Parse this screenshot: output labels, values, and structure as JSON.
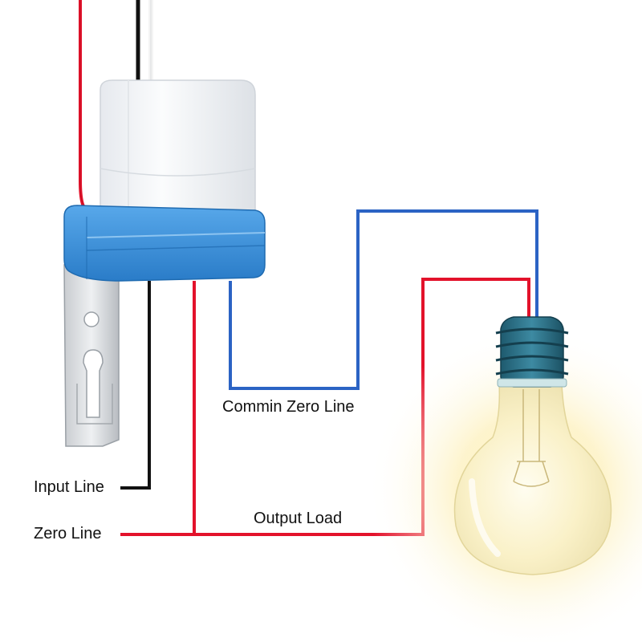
{
  "labels": {
    "input_line": "Input Line",
    "zero_line": "Zero Line",
    "output_load": "Output Load",
    "common_zero_line": "Commin Zero Line"
  },
  "components": {
    "sensor": "photocell-light-sensor-switch",
    "bracket": "mounting-bracket",
    "bulb": "incandescent-light-bulb"
  },
  "colors": {
    "red_wire": "#e3122b",
    "black_wire": "#111111",
    "blue_wire": "#2b63c4",
    "white_wire": "#f4f4f4",
    "sensor_base": "#3a8fd8",
    "sensor_dome": "#f2f4f6",
    "bulb_base": "#2d6e84",
    "bulb_glow": "#fbf3c8"
  }
}
